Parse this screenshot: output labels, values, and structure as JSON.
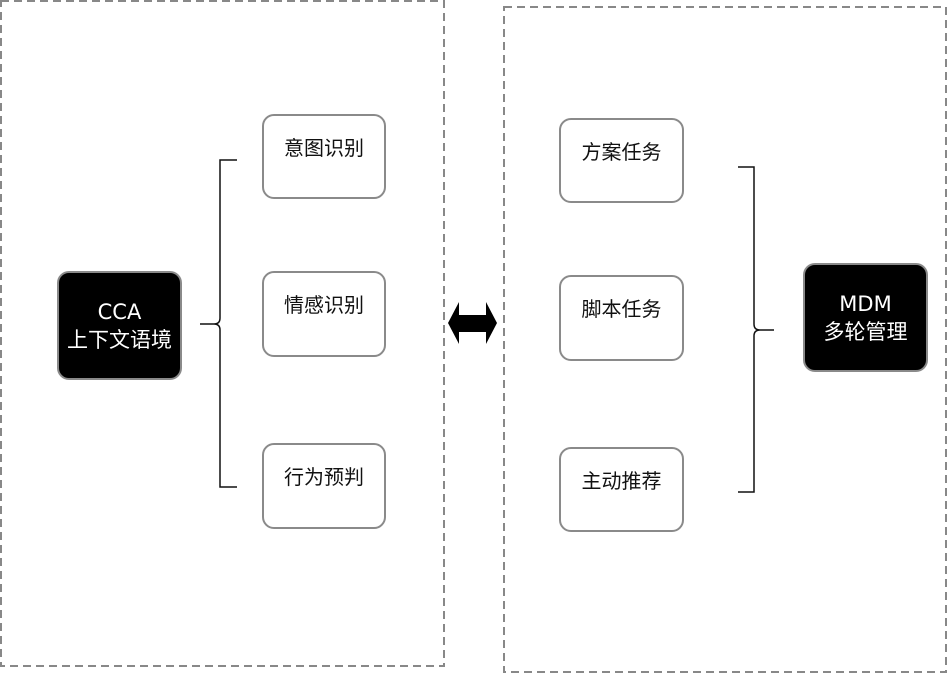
{
  "left_panel": {
    "source": {
      "line1": "CCA",
      "line2": "上下文语境"
    },
    "items": [
      "意图识别",
      "情感识别",
      "行为预判"
    ]
  },
  "right_panel": {
    "items": [
      "方案任务",
      "脚本任务",
      "主动推荐"
    ],
    "target": {
      "line1": "MDM",
      "line2": "多轮管理"
    }
  },
  "connector": {
    "type": "bidirectional-arrow"
  }
}
